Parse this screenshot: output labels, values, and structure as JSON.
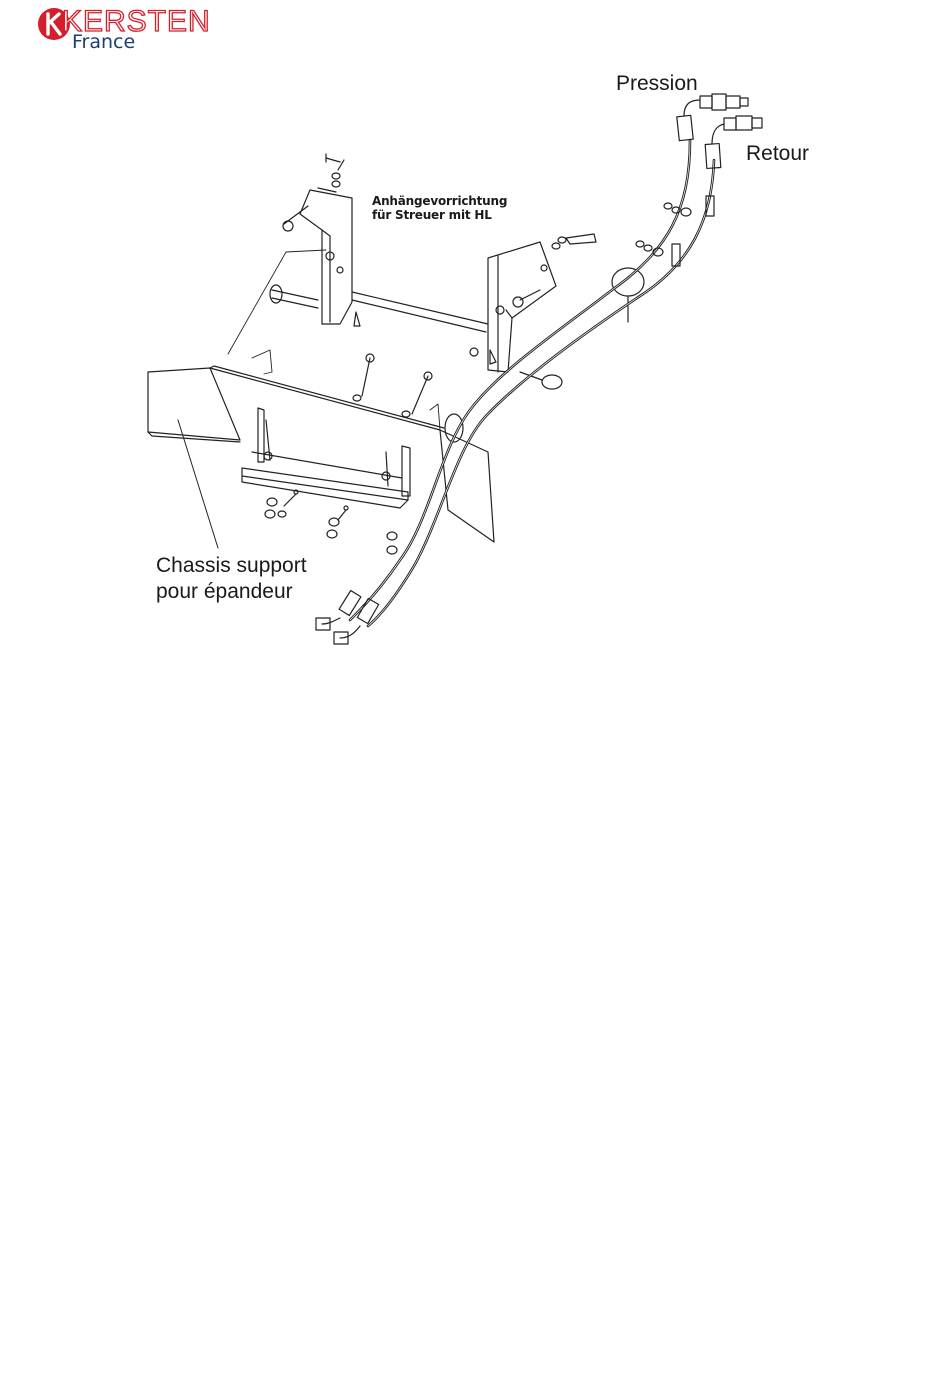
{
  "logo": {
    "brand": "KERSTEN",
    "subtitle": "France",
    "colors": {
      "red": "#d31f2b",
      "blue": "#1c3d7a"
    }
  },
  "labels": {
    "pression": "Pression",
    "retour": "Retour",
    "attachment_line1": "Anhängevorrichtung",
    "attachment_line2": "für Streuer mit HL",
    "chassis_line1": "Chassis support",
    "chassis_line2": "pour épandeur"
  }
}
